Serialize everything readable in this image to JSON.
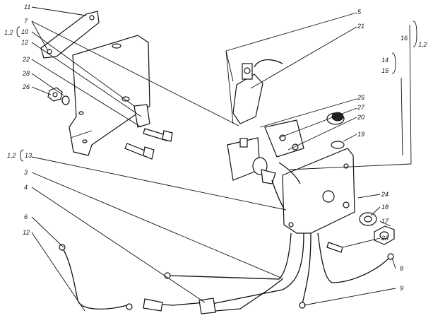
{
  "labels": {
    "l11": "11",
    "l7": "7",
    "l12a_prefix": "1,2",
    "l10": "10",
    "l12b": "12",
    "l22": "22",
    "l28": "28",
    "l26": "26",
    "l5": "5",
    "l21": "21",
    "l16": "16",
    "l12c_suffix": "1,2",
    "l14": "14",
    "l15": "15",
    "l25": "25",
    "l27": "27",
    "l20": "20",
    "l19": "19",
    "l13_prefix": "1,2",
    "l13": "13",
    "l3": "3",
    "l4": "4",
    "l24": "24",
    "l18": "18",
    "l17": "17",
    "l23": "23",
    "l6": "6",
    "l12d": "12",
    "l8": "8",
    "l9": "9"
  }
}
